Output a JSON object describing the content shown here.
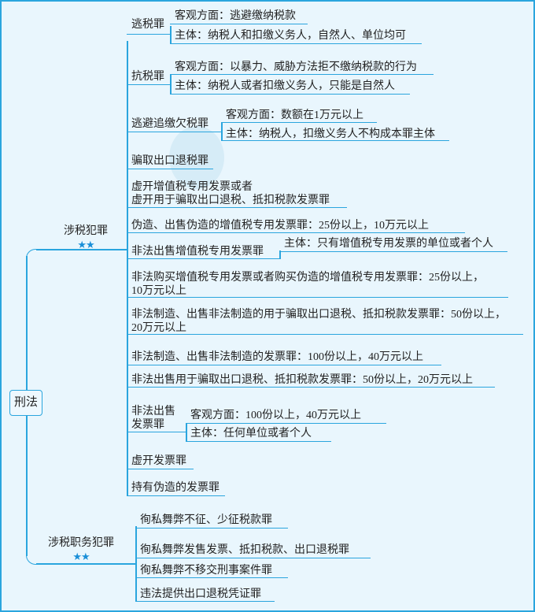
{
  "root": "刑法",
  "categories": [
    {
      "label": "涉税犯罪",
      "stars": "★★"
    },
    {
      "label": "涉税职务犯罪",
      "stars": "★★"
    }
  ],
  "tax_crimes": [
    {
      "label": "逃税罪",
      "children": [
        "客观方面：逃避缴纳税款",
        "主体：纳税人和扣缴义务人，自然人、单位均可"
      ]
    },
    {
      "label": "抗税罪",
      "children": [
        "客观方面：以暴力、威胁方法拒不缴纳税款的行为",
        "主体：纳税人或者扣缴义务人，只能是自然人"
      ]
    },
    {
      "label": "逃避追缴欠税罪",
      "children": [
        "客观方面：数额在1万元以上",
        "主体：纳税人，扣缴义务人不构成本罪主体"
      ]
    },
    {
      "label": "骗取出口退税罪"
    },
    {
      "label_lines": [
        "虚开增值税专用发票或者",
        "虚开用于骗取出口退税、抵扣税款发票罪"
      ]
    },
    {
      "label": "伪造、出售伪造的增值税专用发票罪：25份以上，10万元以上"
    },
    {
      "label": "非法出售增值税专用发票罪",
      "children": [
        "主体：只有增值税专用发票的单位或者个人"
      ]
    },
    {
      "label_lines": [
        "非法购买增值税专用发票或者购买伪造的增值税专用发票罪：25份以上，",
        "10万元以上"
      ]
    },
    {
      "label_lines": [
        "非法制造、出售非法制造的用于骗取出口退税、抵扣税款发票罪：50份以上，",
        "20万元以上"
      ]
    },
    {
      "label": "非法制造、出售非法制造的发票罪：100份以上，40万元以上"
    },
    {
      "label": "非法出售用于骗取出口退税、抵扣税款发票罪：50份以上，20万元以上"
    },
    {
      "label_lines": [
        "非法出售",
        "发票罪"
      ],
      "children": [
        "客观方面：100份以上，40万元以上",
        "主体：任何单位或者个人"
      ]
    },
    {
      "label": "虚开发票罪"
    },
    {
      "label": "持有伪造的发票罪"
    }
  ],
  "duty_crimes": [
    "徇私舞弊不征、少征税款罪",
    "徇私舞弊发售发票、抵扣税款、出口退税罪",
    "徇私舞弊不移交刑事案件罪",
    "违法提供出口退税凭证罪"
  ]
}
